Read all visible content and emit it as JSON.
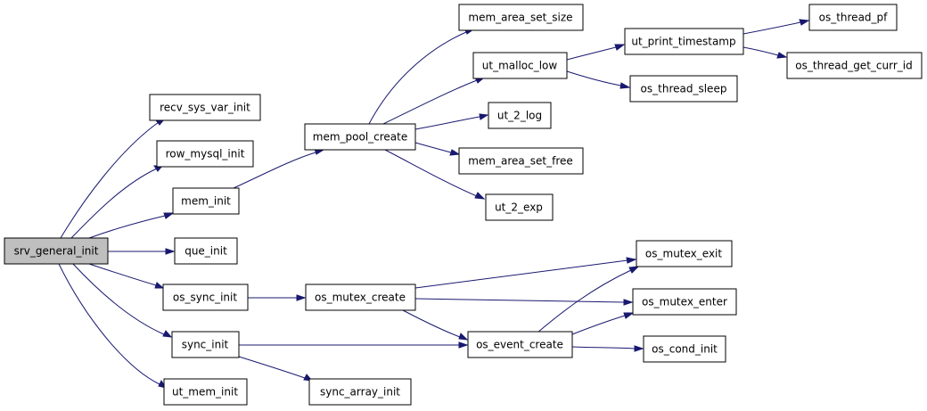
{
  "nodes": {
    "srv_general_init": "srv_general_init",
    "recv_sys_var_init": "recv_sys_var_init",
    "row_mysql_init": "row_mysql_init",
    "mem_init": "mem_init",
    "que_init": "que_init",
    "os_sync_init": "os_sync_init",
    "sync_init": "sync_init",
    "ut_mem_init": "ut_mem_init",
    "mem_pool_create": "mem_pool_create",
    "os_mutex_create": "os_mutex_create",
    "sync_array_init": "sync_array_init",
    "mem_area_set_size": "mem_area_set_size",
    "ut_malloc_low": "ut_malloc_low",
    "ut_2_log": "ut_2_log",
    "mem_area_set_free": "mem_area_set_free",
    "ut_2_exp": "ut_2_exp",
    "os_event_create": "os_event_create",
    "ut_print_timestamp": "ut_print_timestamp",
    "os_thread_sleep": "os_thread_sleep",
    "os_mutex_exit": "os_mutex_exit",
    "os_mutex_enter": "os_mutex_enter",
    "os_cond_init": "os_cond_init",
    "os_thread_pf": "os_thread_pf",
    "os_thread_get_curr_id": "os_thread_get_curr_id"
  },
  "colors": {
    "edge": "#191970",
    "root_fill": "#bfbfbf",
    "node_fill": "#ffffff",
    "node_border": "#000000"
  }
}
